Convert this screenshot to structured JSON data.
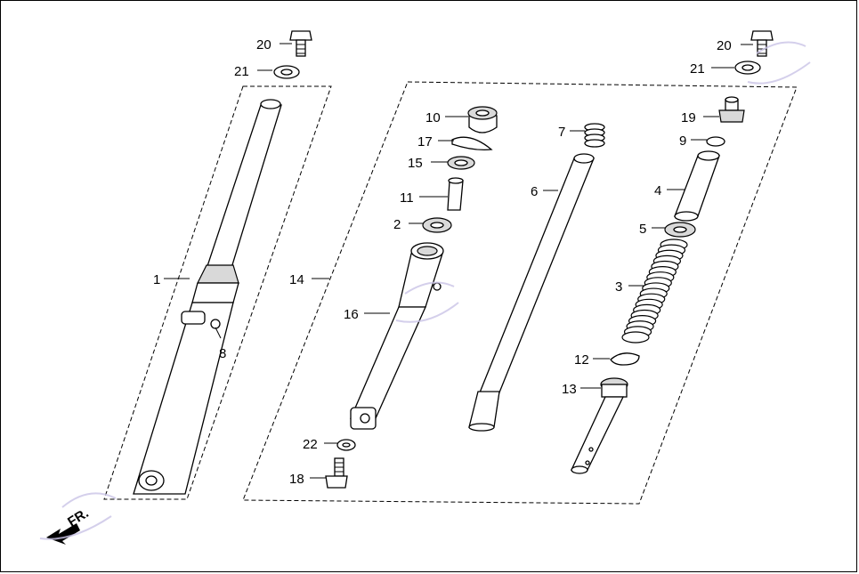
{
  "callouts": {
    "c1": "1",
    "c2": "2",
    "c3": "3",
    "c4": "4",
    "c5": "5",
    "c6": "6",
    "c7": "7",
    "c8": "8",
    "c9": "9",
    "c10": "10",
    "c11": "11",
    "c12": "12",
    "c13": "13",
    "c14": "14",
    "c15": "15",
    "c16": "16",
    "c17": "17",
    "c18": "18",
    "c19": "19",
    "c20a": "20",
    "c20b": "20",
    "c21a": "21",
    "c21b": "21",
    "c22": "22"
  },
  "direction_label": "FR.",
  "colors": {
    "line": "#000000",
    "shade": "#d9d9d9",
    "watermark": "#c9c3e6"
  }
}
